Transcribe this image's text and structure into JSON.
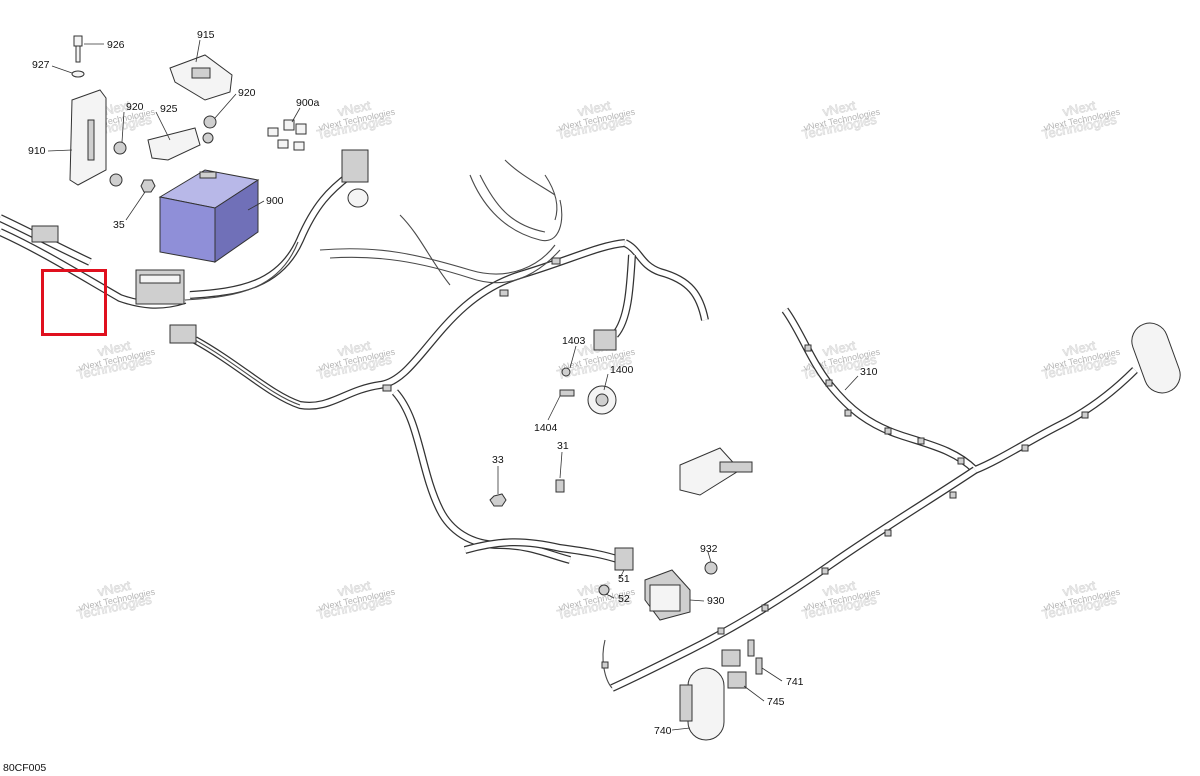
{
  "diagram": {
    "reference_code": "80CF005",
    "watermark_line1": "vNext",
    "watermark_line2": "Technologies",
    "watermark_full": "vNext Technologies",
    "highlight_color": "#e0101e",
    "battery_color": "#8f8fd8",
    "part_labels": {
      "p926": "926",
      "p927": "927",
      "p915": "915",
      "p920a": "920",
      "p920b": "920",
      "p925": "925",
      "p900a": "900a",
      "p910": "910",
      "p35": "35",
      "p900": "900",
      "p1403": "1403",
      "p1400": "1400",
      "p1404": "1404",
      "p310": "310",
      "p33": "33",
      "p31": "31",
      "p932": "932",
      "p51": "51",
      "p52": "52",
      "p930": "930",
      "p741": "741",
      "p745": "745",
      "p740": "740"
    }
  }
}
